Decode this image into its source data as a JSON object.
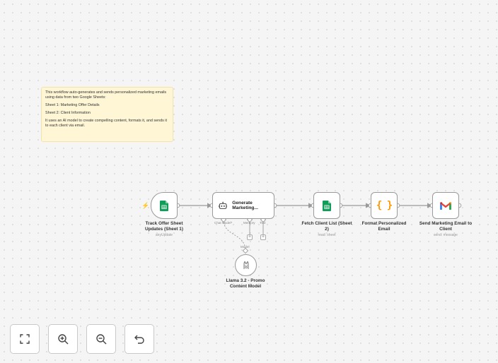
{
  "sticky": {
    "line1": "This workflow auto-generates and sends personalized marketing emails using data from two Google Sheets:",
    "line2": "Sheet 1: Marketing Offer Details",
    "line3": "Sheet 2: Client Information",
    "line4": "It uses an AI model to create compelling content, formats it, and sends it to each client via email."
  },
  "nodes": {
    "trigger": {
      "title": "Track Offer Sheet Updates (Sheet 1)",
      "sub": "anyUpdate",
      "icon": "google-sheets-icon"
    },
    "agent": {
      "title": "Generate Marketing...",
      "icon": "robot-icon",
      "ports": {
        "chat_model": "Chat Model*",
        "memory": "Memory",
        "tool": "Tool"
      }
    },
    "fetch": {
      "title": "Fetch Client List (Sheet 2)",
      "sub": "read: sheet",
      "icon": "google-sheets-icon"
    },
    "format": {
      "title": "Format Personalized Email",
      "icon": "code-braces-icon",
      "glyph": "{ }"
    },
    "send": {
      "title": "Send Marketing Email to Client",
      "sub": "send: message",
      "icon": "gmail-icon"
    },
    "model": {
      "title": "Llama 3.2 - Promo Content Model",
      "port_label": "Model",
      "icon": "llama-icon"
    }
  },
  "controls": {
    "fit": "fit-view",
    "zoom_in": "zoom-in",
    "zoom_out": "zoom-out",
    "reset": "reset-zoom"
  },
  "colors": {
    "sheets": "#0f9d58",
    "code": "#ff9900",
    "accent": "#ff6d5a",
    "border": "#9a9a9a"
  }
}
